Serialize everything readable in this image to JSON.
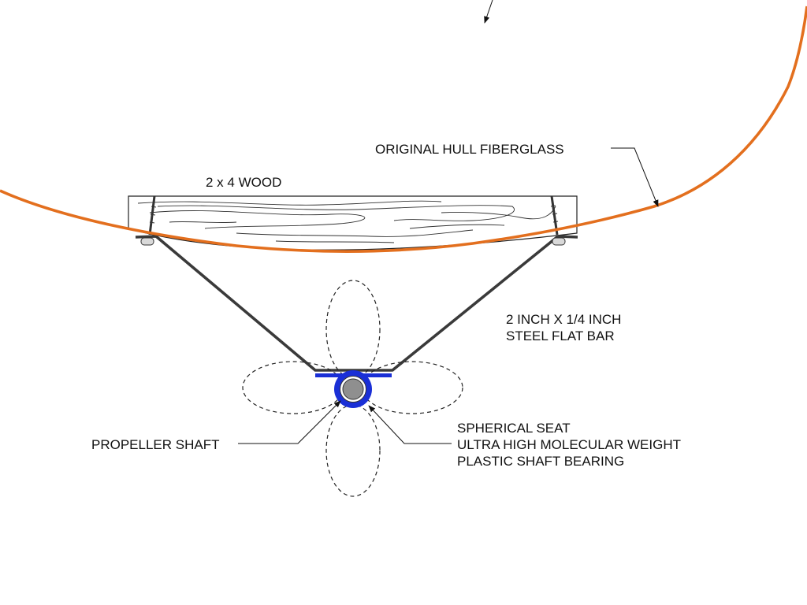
{
  "labels": {
    "hull": "ORIGINAL HULL FIBERGLASS",
    "wood": "2 x 4 WOOD",
    "bar_line1": "2 INCH X 1/4 INCH",
    "bar_line2": "STEEL FLAT BAR",
    "seat_line1": "SPHERICAL SEAT",
    "seat_line2": "ULTRA HIGH MOLECULAR WEIGHT",
    "seat_line3": "PLASTIC SHAFT BEARING",
    "shaft": "PROPELLER SHAFT"
  },
  "colors": {
    "hull": "#e36f1e",
    "bearing": "#1a2fd6",
    "shaft": "#8f8f8f",
    "steel": "#3a3a3a",
    "line": "#111111"
  }
}
